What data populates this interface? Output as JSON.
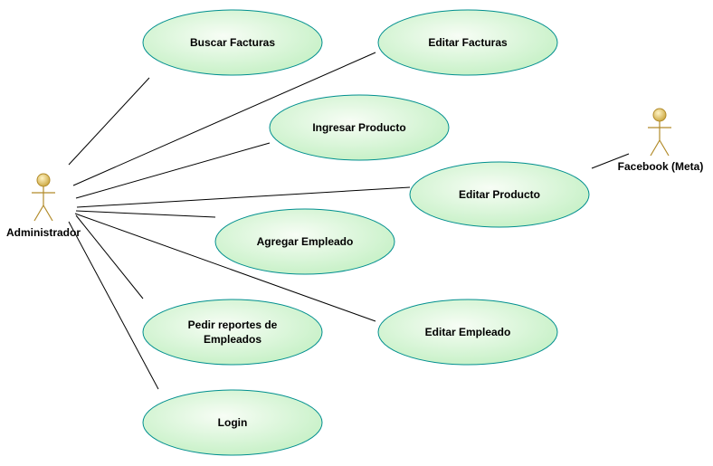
{
  "diagram": {
    "type": "use-case",
    "colors": {
      "use_case_fill_light": "#f7fdf5",
      "use_case_fill_dark": "#c4f0c4",
      "use_case_stroke": "#008f8f",
      "actor_stroke": "#b28b2a",
      "actor_head": "#c9a43a",
      "line": "#000000"
    },
    "actors": [
      {
        "id": "admin",
        "name": "Administrador",
        "icon": "stick-figure-actor-icon"
      },
      {
        "id": "facebook",
        "name": "Facebook (Meta)",
        "icon": "stick-figure-actor-icon"
      }
    ],
    "use_cases": [
      {
        "id": "buscar-facturas",
        "lines": [
          "Buscar Facturas"
        ]
      },
      {
        "id": "editar-facturas",
        "lines": [
          "Editar Facturas"
        ]
      },
      {
        "id": "ingresar-producto",
        "lines": [
          "Ingresar Producto"
        ]
      },
      {
        "id": "editar-producto",
        "lines": [
          "Editar Producto"
        ]
      },
      {
        "id": "agregar-empleado",
        "lines": [
          "Agregar Empleado"
        ]
      },
      {
        "id": "pedir-reportes",
        "lines": [
          "Pedir reportes de",
          "Empleados"
        ]
      },
      {
        "id": "editar-empleado",
        "lines": [
          "Editar Empleado"
        ]
      },
      {
        "id": "login",
        "lines": [
          "Login"
        ]
      }
    ],
    "associations": [
      {
        "from": "admin",
        "to": "buscar-facturas"
      },
      {
        "from": "admin",
        "to": "editar-facturas"
      },
      {
        "from": "admin",
        "to": "ingresar-producto"
      },
      {
        "from": "admin",
        "to": "editar-producto"
      },
      {
        "from": "admin",
        "to": "agregar-empleado"
      },
      {
        "from": "admin",
        "to": "pedir-reportes"
      },
      {
        "from": "admin",
        "to": "editar-empleado"
      },
      {
        "from": "admin",
        "to": "login"
      },
      {
        "from": "facebook",
        "to": "editar-producto"
      }
    ]
  }
}
